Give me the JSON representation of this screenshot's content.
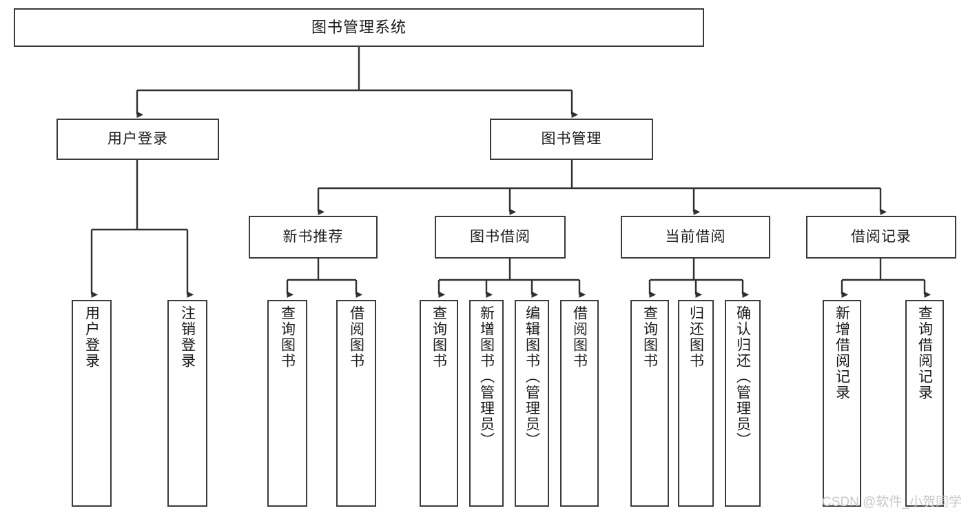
{
  "diagram": {
    "title": "图书管理系统",
    "type": "tree",
    "orientation": "top-down",
    "watermark": "CSDN @软件_小贺同学",
    "colors": {
      "box_border": "#3a3a3a",
      "box_fill": "#ffffff",
      "connector": "#2f2f2f",
      "text": "#1a1a1a",
      "watermark": "#c9c9c9",
      "background": "#ffffff"
    },
    "nodes": {
      "root": {
        "label": "图书管理系统"
      },
      "level1": [
        {
          "id": "user-login",
          "label": "用户登录"
        },
        {
          "id": "book-manage",
          "label": "图书管理"
        }
      ],
      "level2": [
        {
          "id": "new-book-recommend",
          "label": "新书推荐",
          "parent": "book-manage"
        },
        {
          "id": "book-borrow",
          "label": "图书借阅",
          "parent": "book-manage"
        },
        {
          "id": "current-borrow",
          "label": "当前借阅",
          "parent": "book-manage"
        },
        {
          "id": "borrow-record",
          "label": "借阅记录",
          "parent": "book-manage"
        }
      ],
      "leaves": [
        {
          "id": "leaf-user-login",
          "label": "用户登录",
          "parent": "user-login"
        },
        {
          "id": "leaf-logout",
          "label": "注销登录",
          "parent": "user-login"
        },
        {
          "id": "leaf-query-book-1",
          "label": "查询图书",
          "parent": "new-book-recommend"
        },
        {
          "id": "leaf-borrow-book-1",
          "label": "借阅图书",
          "parent": "new-book-recommend"
        },
        {
          "id": "leaf-query-book-2",
          "label": "查询图书",
          "parent": "book-borrow"
        },
        {
          "id": "leaf-add-book",
          "label": "新增图书（管理员）",
          "parent": "book-borrow"
        },
        {
          "id": "leaf-edit-book",
          "label": "编辑图书（管理员）",
          "parent": "book-borrow"
        },
        {
          "id": "leaf-borrow-book-2",
          "label": "借阅图书",
          "parent": "book-borrow"
        },
        {
          "id": "leaf-query-book-3",
          "label": "查询图书",
          "parent": "current-borrow"
        },
        {
          "id": "leaf-return-book",
          "label": "归还图书",
          "parent": "current-borrow"
        },
        {
          "id": "leaf-confirm-return",
          "label": "确认归还（管理员）",
          "parent": "current-borrow"
        },
        {
          "id": "leaf-add-record",
          "label": "新增借阅记录",
          "parent": "borrow-record"
        },
        {
          "id": "leaf-query-record",
          "label": "查询借阅记录",
          "parent": "borrow-record"
        }
      ]
    }
  }
}
